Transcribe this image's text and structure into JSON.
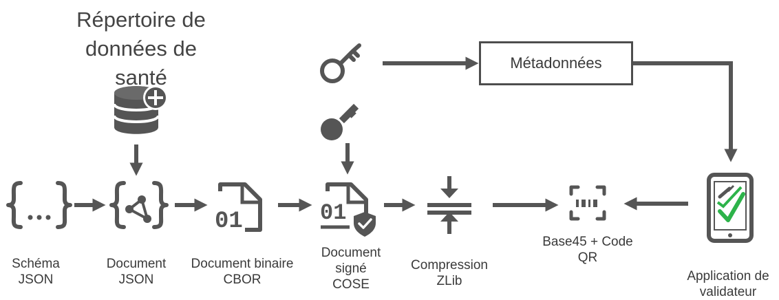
{
  "repository": {
    "title_line1": "Répertoire de",
    "title_line2": "données de",
    "title_line3": "santé"
  },
  "metadata_box": {
    "label": "Métadonnées"
  },
  "steps": {
    "schema_json": {
      "line1": "Schéma",
      "line2": "JSON"
    },
    "document_json": {
      "line1": "Document",
      "line2": "JSON"
    },
    "document_cbor": {
      "line1": "Document binaire",
      "line2": "CBOR"
    },
    "document_cose": {
      "line1": "Document",
      "line2": "signé",
      "line3": "COSE"
    },
    "compression": {
      "line1": "Compression",
      "line2": "ZLib"
    },
    "base45_qr": {
      "line1": "Base45 + Code",
      "line2": "QR"
    },
    "validator_app": {
      "line1": "Application de",
      "line2": "validateur"
    }
  },
  "icons": {
    "schema": "curly-braces-ellipsis-icon",
    "document": "curly-braces-share-icon",
    "binary": "binary-file-icon",
    "signed": "signed-binary-file-icon",
    "compress": "compress-icon",
    "qr": "qr-code-scan-icon",
    "phone": "phone-check-icon",
    "database": "database-plus-icon",
    "public_key": "outline-key-icon",
    "private_key": "solid-key-icon"
  },
  "colors": {
    "icon_gray": "#555555",
    "arrow_gray": "#555555",
    "check_green": "#2db34a"
  }
}
